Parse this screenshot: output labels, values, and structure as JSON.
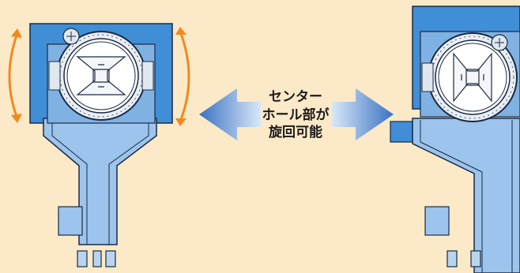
{
  "caption": {
    "line1": "センター",
    "line2": "ホール部が",
    "line3": "旋回可能"
  },
  "colors": {
    "background": "#fbe9c8",
    "body_blue": "#3f8ed6",
    "body_light": "#9cc4ec",
    "arrow_blue": "#3f78c8",
    "rotation_arrow": "#f08a1e",
    "outline": "#1b2a44"
  },
  "icons": {
    "left_unit": "rotating-center-hole-unit",
    "right_unit": "rotating-center-hole-unit",
    "left_double_arrow": "curved-double-arrow",
    "right_double_arrow": "curved-double-arrow",
    "middle_arrows": "left-right-block-arrows"
  }
}
